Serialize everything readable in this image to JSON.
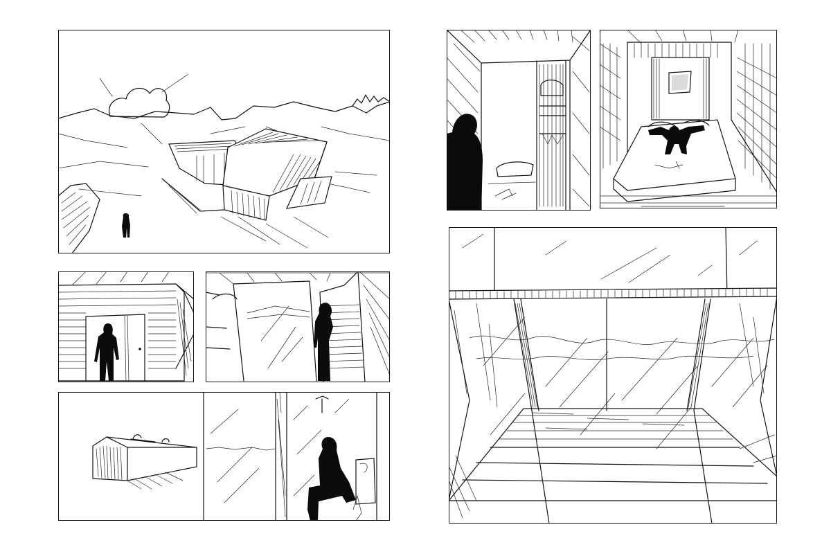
{
  "page": {
    "background": "#ffffff",
    "ink": "#111111"
  },
  "panels": [
    {
      "id": "p1",
      "icon": "landscape-house-icon"
    },
    {
      "id": "p2",
      "icon": "doorway-silhouette-icon"
    },
    {
      "id": "p3",
      "icon": "glass-wall-silhouette-icon"
    },
    {
      "id": "p4",
      "icon": "bathroom-sink-shower-icon"
    },
    {
      "id": "p5",
      "icon": "closet-silhouette-icon"
    },
    {
      "id": "p6",
      "icon": "bedroom-figure-icon"
    },
    {
      "id": "p7",
      "icon": "panoramic-window-room-icon"
    }
  ]
}
